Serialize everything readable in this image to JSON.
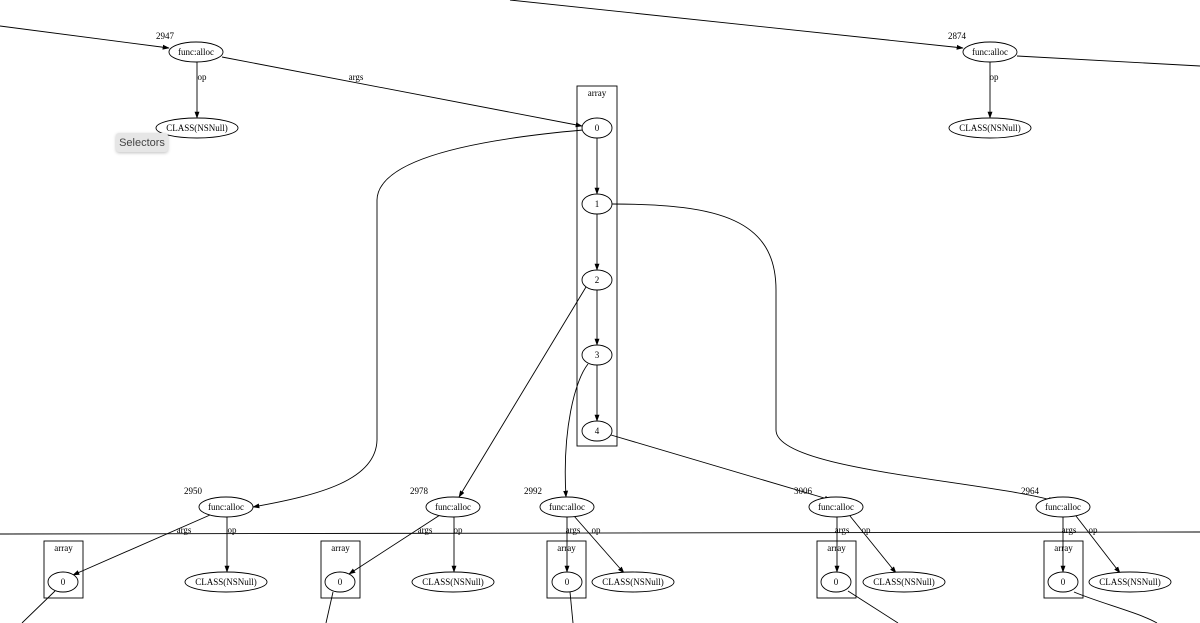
{
  "toolbar": {
    "selectors_label": "Selectors"
  },
  "diagram": {
    "clusters": [
      {
        "id": "c-main",
        "label": "array"
      },
      {
        "id": "c-2950",
        "label": "array"
      },
      {
        "id": "c-2978",
        "label": "array"
      },
      {
        "id": "c-2992",
        "label": "array"
      },
      {
        "id": "c-3006",
        "label": "array"
      },
      {
        "id": "c-2964",
        "label": "array"
      }
    ],
    "nodes": [
      {
        "id": "f2947",
        "label": "func:alloc",
        "number": "2947"
      },
      {
        "id": "n2947",
        "label": "CLASS(NSNull)"
      },
      {
        "id": "f2874",
        "label": "func:alloc",
        "number": "2874"
      },
      {
        "id": "n2874",
        "label": "CLASS(NSNull)"
      },
      {
        "id": "a0",
        "label": "0"
      },
      {
        "id": "a1",
        "label": "1"
      },
      {
        "id": "a2",
        "label": "2"
      },
      {
        "id": "a3",
        "label": "3"
      },
      {
        "id": "a4",
        "label": "4"
      },
      {
        "id": "f2950",
        "label": "func:alloc",
        "number": "2950"
      },
      {
        "id": "n2950",
        "label": "CLASS(NSNull)"
      },
      {
        "id": "b2950",
        "label": "0"
      },
      {
        "id": "f2978",
        "label": "func:alloc",
        "number": "2978"
      },
      {
        "id": "n2978",
        "label": "CLASS(NSNull)"
      },
      {
        "id": "b2978",
        "label": "0"
      },
      {
        "id": "f2992",
        "label": "func:alloc",
        "number": "2992"
      },
      {
        "id": "n2992",
        "label": "CLASS(NSNull)"
      },
      {
        "id": "b2992",
        "label": "0"
      },
      {
        "id": "f3006",
        "label": "func:alloc",
        "number": "3006"
      },
      {
        "id": "n3006",
        "label": "CLASS(NSNull)"
      },
      {
        "id": "b3006",
        "label": "0"
      },
      {
        "id": "f2964",
        "label": "func:alloc",
        "number": "2964"
      },
      {
        "id": "n2964",
        "label": "CLASS(NSNull)"
      },
      {
        "id": "b2964",
        "label": "0"
      }
    ],
    "edges": [
      {
        "id": "e-in-2947",
        "label": ""
      },
      {
        "id": "e-in-2874",
        "label": ""
      },
      {
        "id": "e-2947-op",
        "label": "op"
      },
      {
        "id": "e-2874-op",
        "label": "op"
      },
      {
        "id": "e-2947-args",
        "label": "args"
      },
      {
        "id": "e-a0-a1",
        "label": ""
      },
      {
        "id": "e-a1-a2",
        "label": ""
      },
      {
        "id": "e-a2-a3",
        "label": ""
      },
      {
        "id": "e-a3-a4",
        "label": ""
      },
      {
        "id": "e-a0-2950",
        "label": ""
      },
      {
        "id": "e-a2-2978",
        "label": ""
      },
      {
        "id": "e-a3-2992",
        "label": ""
      },
      {
        "id": "e-a4-3006",
        "label": ""
      },
      {
        "id": "e-a1-2964",
        "label": ""
      },
      {
        "id": "e-2950-op",
        "label": "op"
      },
      {
        "id": "e-2950-args",
        "label": "args"
      },
      {
        "id": "e-2978-op",
        "label": "op"
      },
      {
        "id": "e-2978-args",
        "label": "args"
      },
      {
        "id": "e-2992-op",
        "label": "op"
      },
      {
        "id": "e-2992-args",
        "label": "args"
      },
      {
        "id": "e-3006-op",
        "label": "op"
      },
      {
        "id": "e-3006-args",
        "label": "args"
      },
      {
        "id": "e-2964-op",
        "label": "op"
      },
      {
        "id": "e-2964-args",
        "label": "args"
      },
      {
        "id": "e-out-2950",
        "label": ""
      },
      {
        "id": "e-out-2978",
        "label": ""
      },
      {
        "id": "e-out-2992",
        "label": ""
      },
      {
        "id": "e-out-3006",
        "label": ""
      },
      {
        "id": "e-out-2964",
        "label": ""
      },
      {
        "id": "e-long-top",
        "label": ""
      },
      {
        "id": "e-long-bottom",
        "label": ""
      }
    ]
  }
}
